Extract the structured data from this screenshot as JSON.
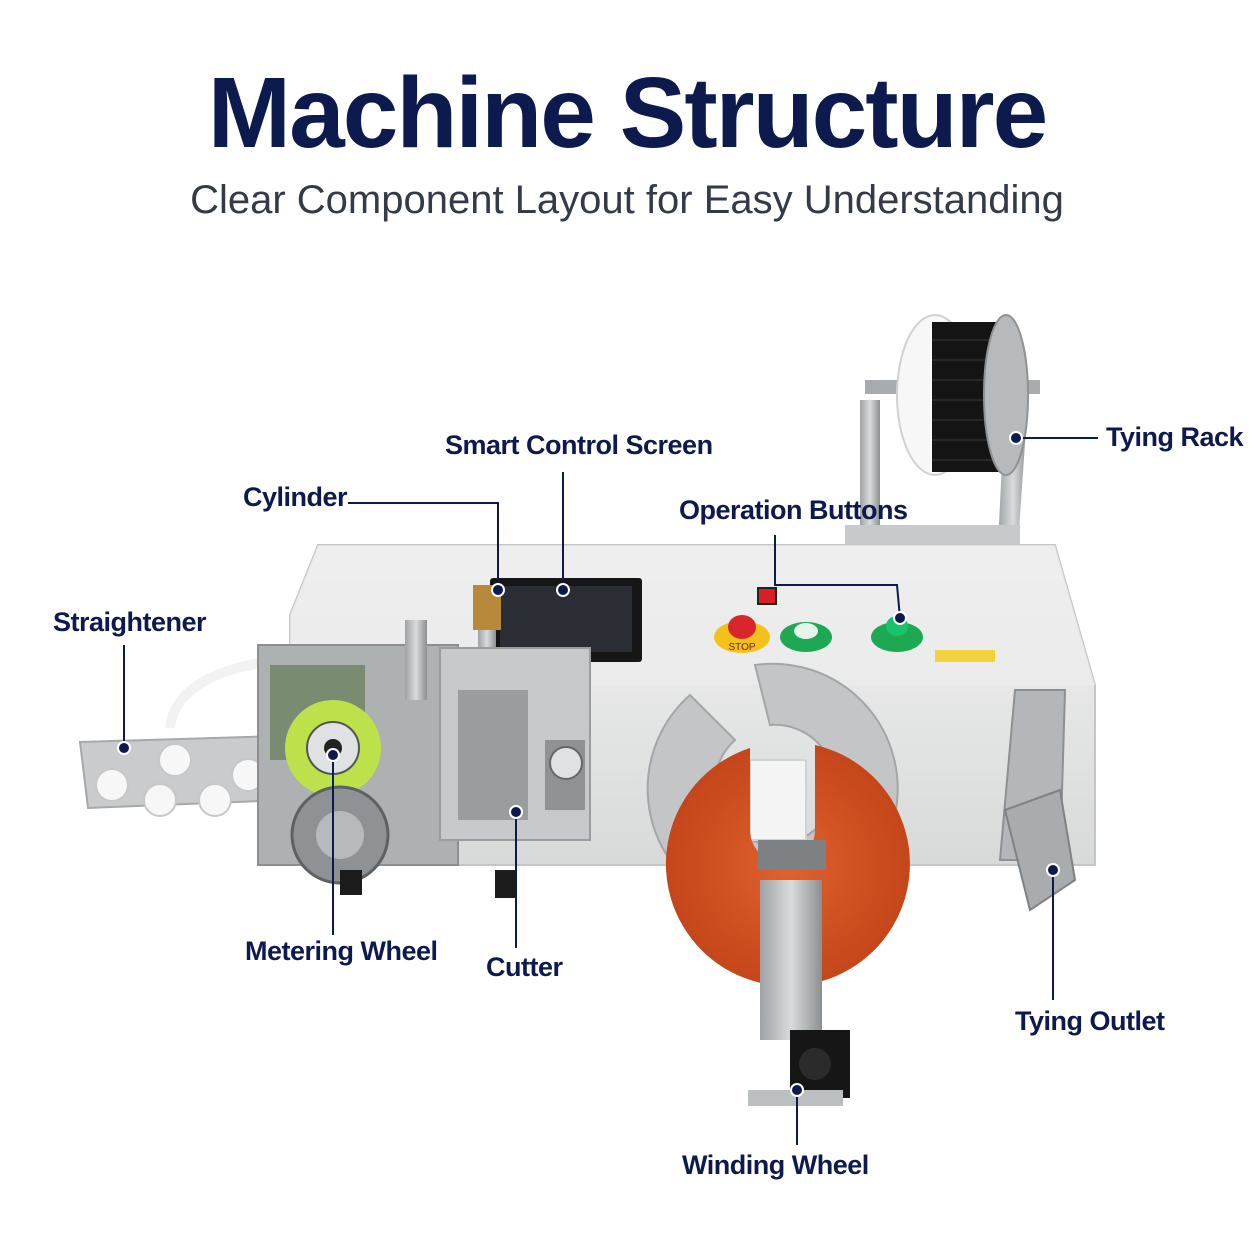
{
  "header": {
    "title": "Machine Structure",
    "subtitle": "Clear Component Layout for Easy Understanding"
  },
  "labels": {
    "straightener": "Straightener",
    "cylinder": "Cylinder",
    "smart_control_screen": "Smart Control Screen",
    "operation_buttons": "Operation Buttons",
    "tying_rack": "Tying Rack",
    "metering_wheel": "Metering Wheel",
    "cutter": "Cutter",
    "tying_outlet": "Tying Outlet",
    "winding_wheel": "Winding Wheel"
  },
  "panel": {
    "stop_label": "STOP"
  },
  "colors": {
    "navy": "#0d1a4d",
    "machine_body": "#e6e7e6",
    "winding_disc": "#d4501e",
    "metering_ring": "#bde14a",
    "green_button": "#1ea854",
    "stop_button": "#d9262c",
    "stop_ring": "#f2c21b"
  }
}
